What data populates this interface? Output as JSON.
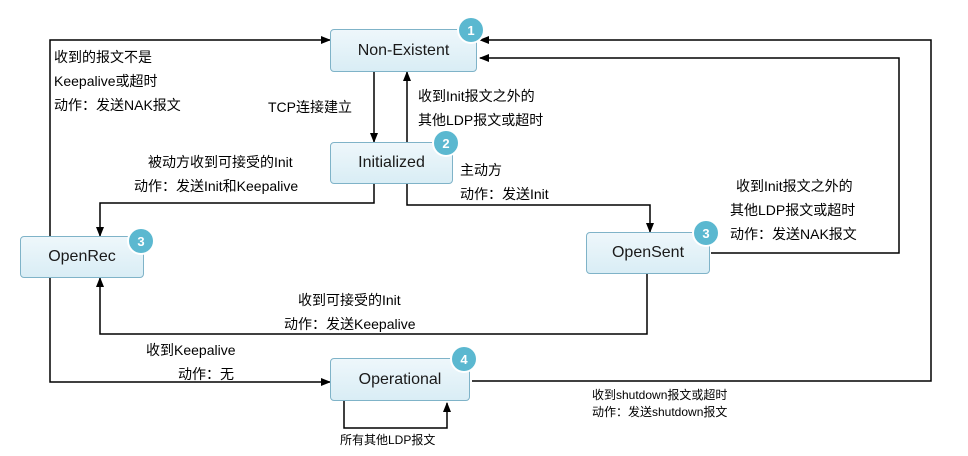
{
  "states": {
    "non_existent": {
      "label": "Non-Existent",
      "badge": "1"
    },
    "initialized": {
      "label": "Initialized",
      "badge": "2"
    },
    "openrec": {
      "label": "OpenRec",
      "badge": "3"
    },
    "opensent": {
      "label": "OpenSent",
      "badge": "3"
    },
    "operational": {
      "label": "Operational",
      "badge": "4"
    }
  },
  "labels": {
    "tcp": "TCP连接建立",
    "left_top": [
      "收到的报文不是",
      "Keepalive或超时",
      "动作：发送NAK报文"
    ],
    "init_nonexist": [
      "收到Init报文之外的",
      "其他LDP报文或超时"
    ],
    "passive": [
      "被动方收到可接受的Init",
      "动作：发送Init和Keepalive"
    ],
    "active": [
      "主动方",
      "动作：发送Init"
    ],
    "opensent_nak": [
      "收到Init报文之外的",
      "其他LDP报文或超时",
      "动作：发送NAK报文"
    ],
    "accept_init": [
      "收到可接受的Init",
      "动作：发送Keepalive"
    ],
    "keepalive": [
      "收到Keepalive",
      "动作：无"
    ],
    "shutdown": [
      "收到shutdown报文或超时",
      "动作：发送shutdown报文"
    ],
    "other_ldp": "所有其他LDP报文"
  },
  "colors": {
    "badge": "#5bb8d0",
    "box_border": "#7fb3c8",
    "line": "#000000"
  }
}
